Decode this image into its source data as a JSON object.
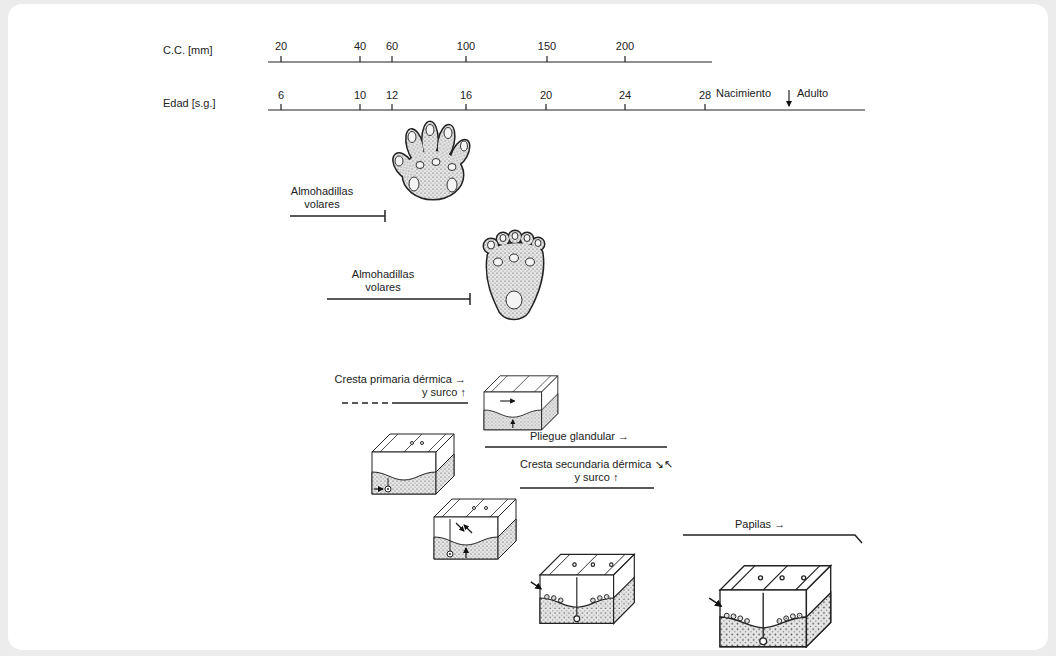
{
  "diagram": {
    "labels": [
      "C.C. [mm]",
      "20",
      "40",
      "60",
      "100",
      "150",
      "200",
      "Edad [s.g.]",
      "6",
      "10",
      "12",
      "16",
      "20",
      "24",
      "28",
      "Nacimiento",
      "Adulto",
      "Almohadillas volares",
      "Almohadillas volares",
      "Cresta primaria dérmica → y surco ↑",
      "Pliegue glandular →",
      "Cresta secundaria dérmica ↘↖ y surco ↑",
      "Papilas →"
    ]
  }
}
